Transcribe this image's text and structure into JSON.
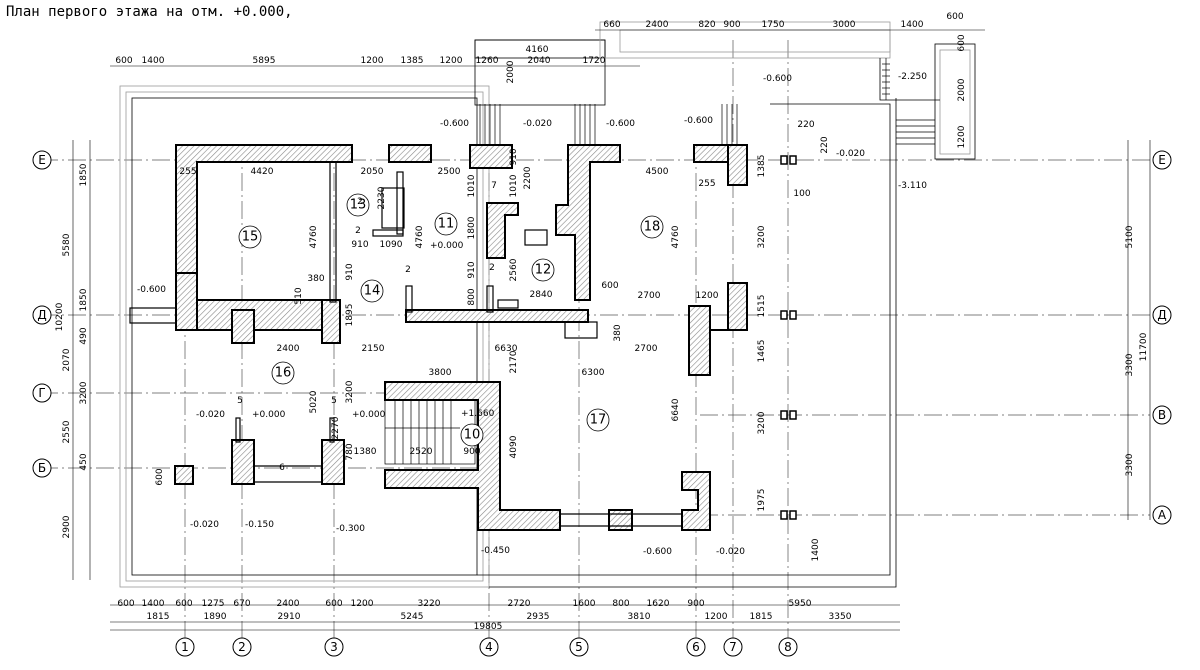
{
  "title": "План первого этажа на отм. +0.000,",
  "axes_x": [
    "1",
    "2",
    "3",
    "4",
    "5",
    "6",
    "7",
    "8"
  ],
  "axes_y_left": [
    "Е",
    "Д",
    "Г",
    "Б"
  ],
  "axes_y_right": [
    "Е",
    "Д",
    "В",
    "А"
  ],
  "rooms": [
    "15",
    "13",
    "11",
    "12",
    "18",
    "14",
    "16",
    "17",
    "10"
  ],
  "levels": [
    "-0.600",
    "-0.020",
    "-0.600",
    "-0.600",
    "-0.600",
    "-2.250",
    "-0.020",
    "-3.110",
    "-0.600",
    "-0.020",
    "+0.000",
    "+0.000",
    "+1.660",
    "+0.000",
    "-0.020",
    "-0.150",
    "-0.300",
    "-0.450",
    "-0.600",
    "-0.020"
  ],
  "dims_top_row1": [
    "660",
    "2400",
    "820",
    "900",
    "1750",
    "3000",
    "1400",
    "600"
  ],
  "dims_top_row2": [
    "600",
    "1400",
    "5895",
    "1200",
    "1385",
    "1200",
    "1260",
    "2000",
    "2040",
    "1720"
  ],
  "dims_top_misc": [
    "4160",
    "600",
    "2000",
    "1200"
  ],
  "dims_bottom_row1": [
    "600",
    "1400",
    "600",
    "1275",
    "670",
    "2400",
    "600",
    "1200",
    "3220",
    "2720",
    "1600",
    "800",
    "1620",
    "900",
    "5950"
  ],
  "dims_bottom_row2": [
    "1815",
    "1890",
    "2910",
    "5245",
    "2935",
    "3810",
    "1200",
    "1815",
    "3350"
  ],
  "dims_bottom_total": "19805",
  "dims_left": [
    "1850",
    "5580",
    "1850",
    "10200",
    "490",
    "2070",
    "3200",
    "2550",
    "450",
    "600",
    "2900"
  ],
  "dims_right": [
    "5100",
    "11700",
    "3300",
    "3300"
  ],
  "dims_inner": [
    "255",
    "4420",
    "2050",
    "2500",
    "4500",
    "255",
    "1385",
    "220",
    "220",
    "100",
    "2230",
    "1010",
    "1010",
    "2200",
    "910",
    "7",
    "4760",
    "910",
    "1090",
    "4760",
    "1800",
    "910",
    "2560",
    "380",
    "510",
    "910",
    "2840",
    "600",
    "2700",
    "1200",
    "3200",
    "4760",
    "1515",
    "1895",
    "800",
    "2400",
    "2150",
    "6630",
    "2170",
    "380",
    "6300",
    "2700",
    "1465",
    "3800",
    "5020",
    "3200",
    "6640",
    "3200",
    "1380",
    "2520",
    "900",
    "4090",
    "1975",
    "1400",
    "780",
    "2270",
    "5",
    "5",
    "6",
    "2",
    "2",
    "2",
    "2"
  ]
}
